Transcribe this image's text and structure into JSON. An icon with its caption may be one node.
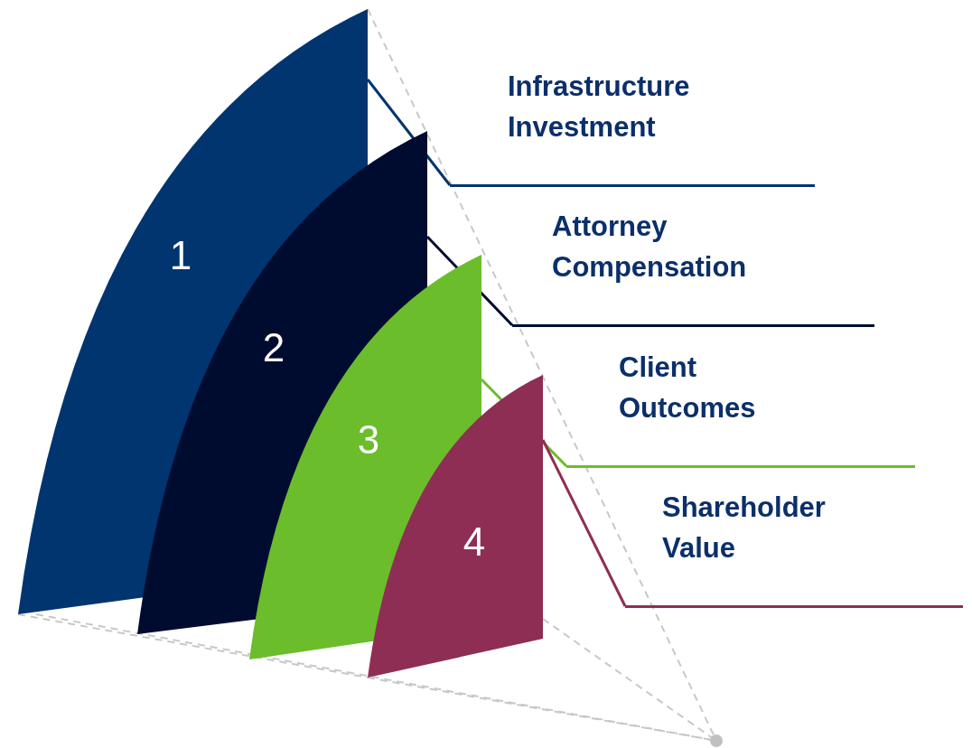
{
  "diagram": {
    "nodes": [
      {
        "text": [
          "1"
        ]
      },
      {
        "text": [
          "2"
        ]
      },
      {
        "text": [
          "3"
        ]
      },
      {
        "text": [
          "4"
        ]
      },
      {
        "text": [
          "Infrastructure Investment"
        ]
      },
      {
        "text": [
          "Attorney Compensation"
        ]
      },
      {
        "text": [
          "Client Outcomes"
        ]
      },
      {
        "text": [
          "Shareholder Value"
        ]
      }
    ],
    "edges": [
      {
        "from": 0,
        "to": 4,
        "arrow": "none",
        "color": "#00356f"
      },
      {
        "from": 1,
        "to": 5,
        "arrow": "none",
        "color": "#000c2f"
      },
      {
        "from": 2,
        "to": 6,
        "arrow": "none",
        "color": "#6bbd2b"
      },
      {
        "from": 3,
        "to": 7,
        "arrow": "none",
        "color": "#8e2e54"
      }
    ]
  }
}
